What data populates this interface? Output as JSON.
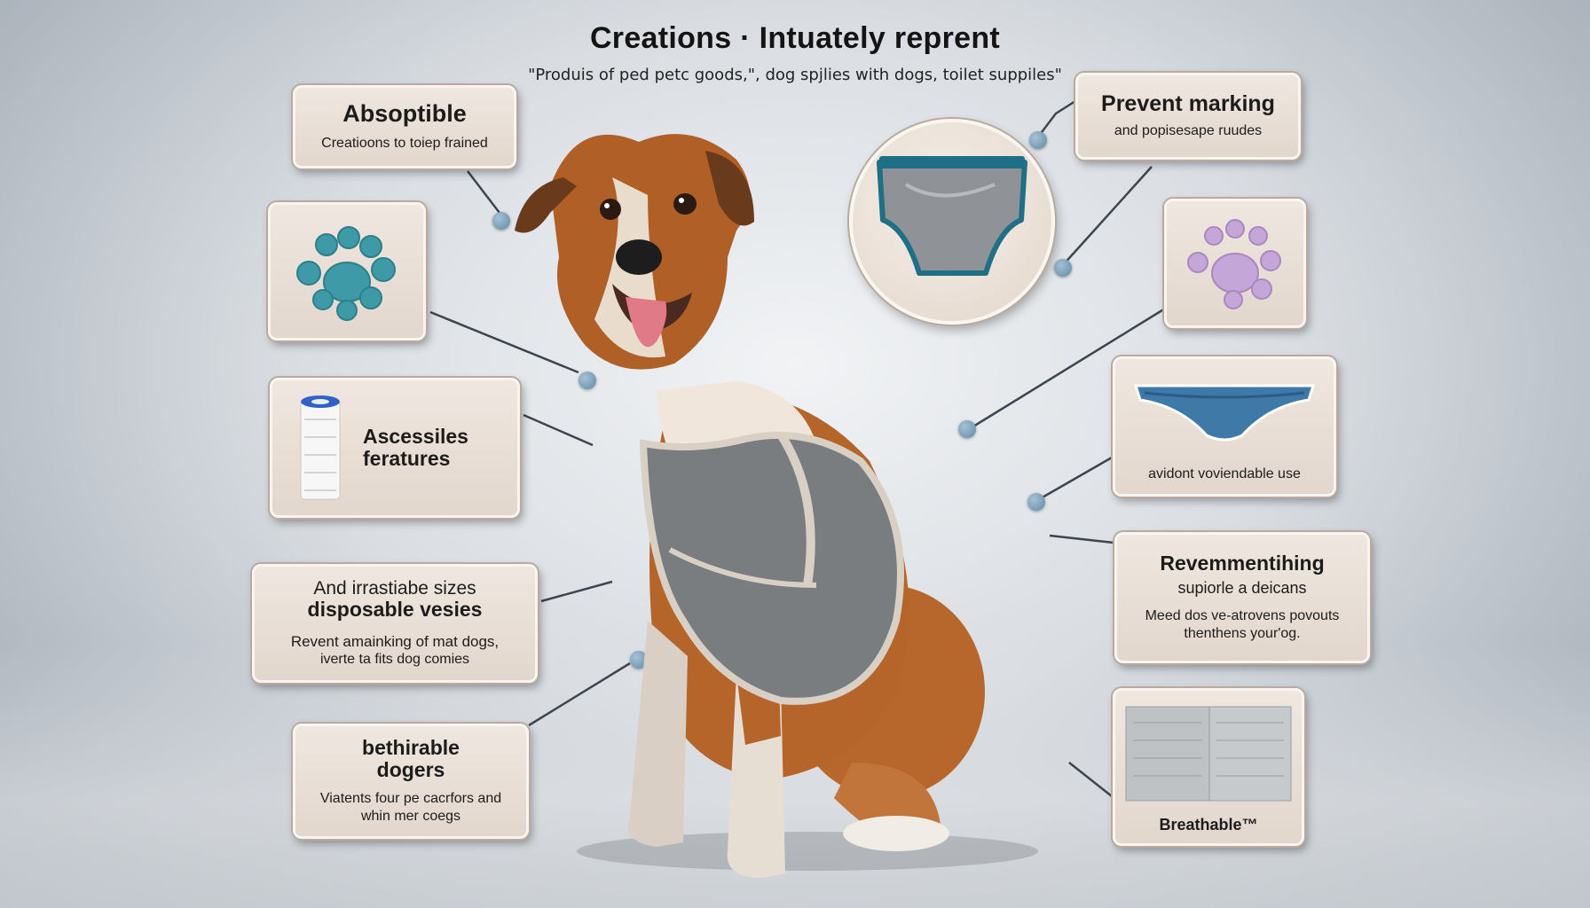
{
  "header": {
    "title": "Creations · Intuately reprent",
    "subtitle": "\"Produis of ped petc goods,\", dog spjlies with dogs, toilet suppiles\""
  },
  "cards": {
    "absorptible": {
      "title": "Absoptible",
      "text": "Creatioons to toiep frained"
    },
    "accessories": {
      "line1": "Ascessiles",
      "line2": "feratures"
    },
    "sizes": {
      "line1": "And irrastiabe sizes",
      "line2": "disposable vesies",
      "line3": "Revent amainking of mat dogs,",
      "line4": "iverte ta fits dog comies"
    },
    "dogers": {
      "line1": "bethirable",
      "line2": "dogers",
      "line3": "Viatents four pe cacrfors and",
      "line4": "whin mer coegs"
    },
    "prevent": {
      "title": "Prevent marking",
      "text": "and popisesape ruudes"
    },
    "reusable": {
      "text": "avidont voviendable use"
    },
    "revement": {
      "line1": "Revemmentihing",
      "line2": "supiorle a deicans",
      "line3": "Meed dos ve-atrovens povouts",
      "line4": "thenthens your'og."
    },
    "breathable": {
      "text": "Breathable™"
    }
  },
  "colors": {
    "teal_paw": "#3d9aa6",
    "lilac_paw": "#c4a6d8",
    "diaper_trim": "#1f6f86",
    "connector": "#3c4650",
    "dot": "#5f8aa6"
  },
  "icons": [
    "teal-paw-icon",
    "lilac-paw-icon",
    "paper-roll-icon",
    "diaper-icon",
    "underwear-icon",
    "fabric-swatch-icon",
    "dog-illustration"
  ]
}
